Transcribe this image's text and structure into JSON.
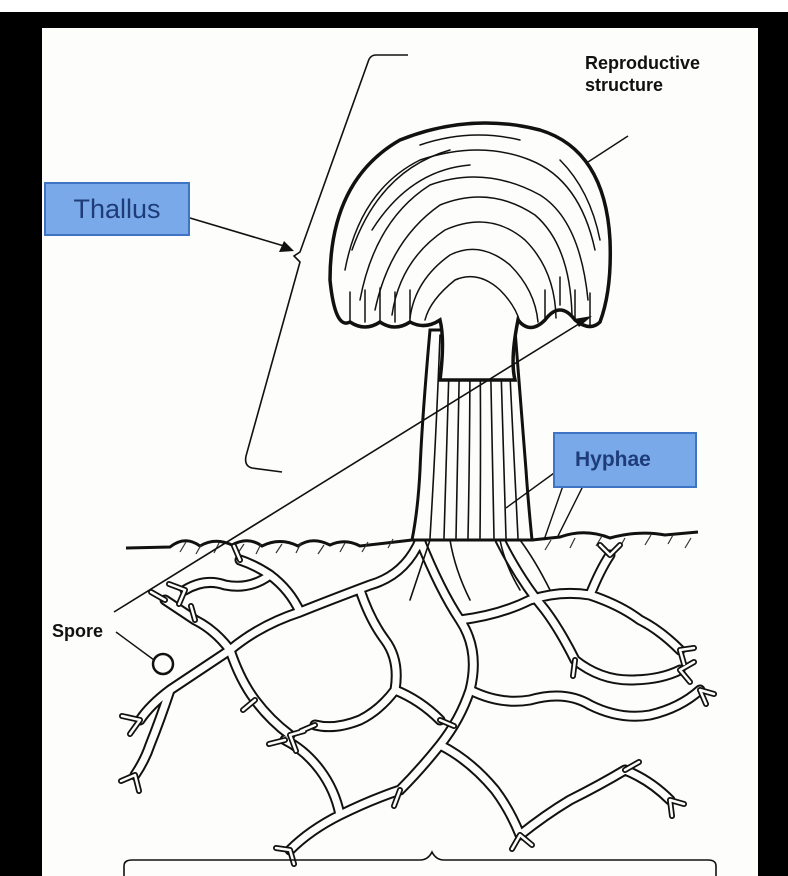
{
  "labels": {
    "reproductive_structure": "Reproductive structure",
    "spore": "Spore"
  },
  "callouts": {
    "thallus": "Thallus",
    "hyphae": "Hyphae"
  },
  "colors": {
    "callout_fill": "#7aa9ea",
    "callout_border": "#3f74c4",
    "callout_text": "#1e3c78",
    "ink": "#111111",
    "background": "#fdfdfb",
    "frame": "#000000"
  }
}
